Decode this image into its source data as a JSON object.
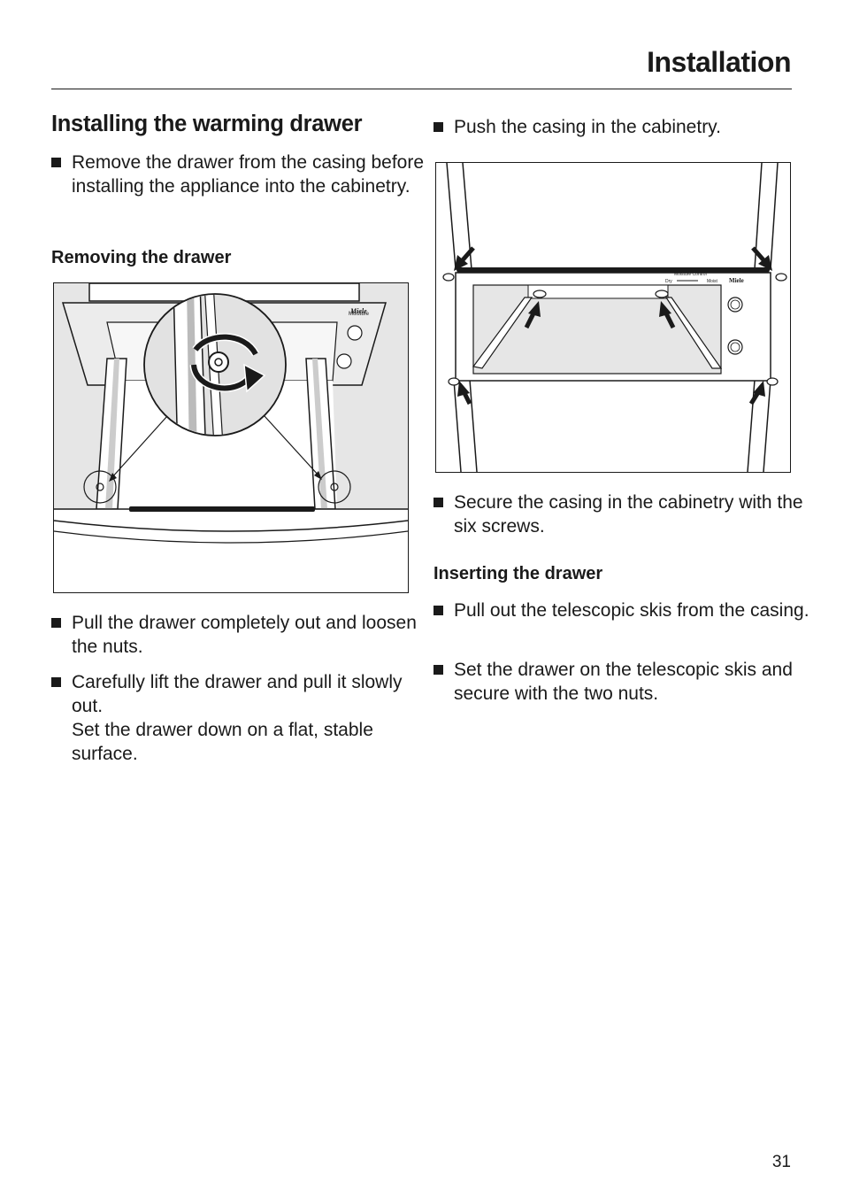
{
  "header": {
    "title": "Installation"
  },
  "left": {
    "section_title": "Installing the warming drawer",
    "intro_bullet": "Remove the drawer from the casing before installing the appliance into the cabinetry.",
    "removing_heading": "Removing the drawer",
    "bullets": [
      "Pull the drawer completely out and loosen the nuts.",
      "Carefully lift the drawer and pull it slowly out.",
      "Set the drawer down on a flat, stable surface."
    ]
  },
  "right": {
    "push_bullet": "Push the casing in the cabinetry.",
    "secure_bullet": "Secure the casing in the cabinetry with the six screws.",
    "inserting_heading": "Inserting the drawer",
    "bullets": [
      "Pull out the telescopic skis from the casing.",
      "Set the drawer on the telescopic skis and secure with the two nuts."
    ]
  },
  "figure1": {
    "brand": "Miele"
  },
  "figure2": {
    "brand": "Miele",
    "panel_title": "Moisture Control",
    "dry_label": "Dry",
    "moist_label": "Moist"
  },
  "footer": {
    "page_number": "31"
  },
  "colors": {
    "figure_bg": "#e6e6e6",
    "ink": "#1a1a1a"
  },
  "icons": [
    "bullet-square-icon",
    "arrow-icon",
    "rotate-arrow-icon",
    "nut-icon",
    "screw-icon",
    "knob-icon"
  ]
}
